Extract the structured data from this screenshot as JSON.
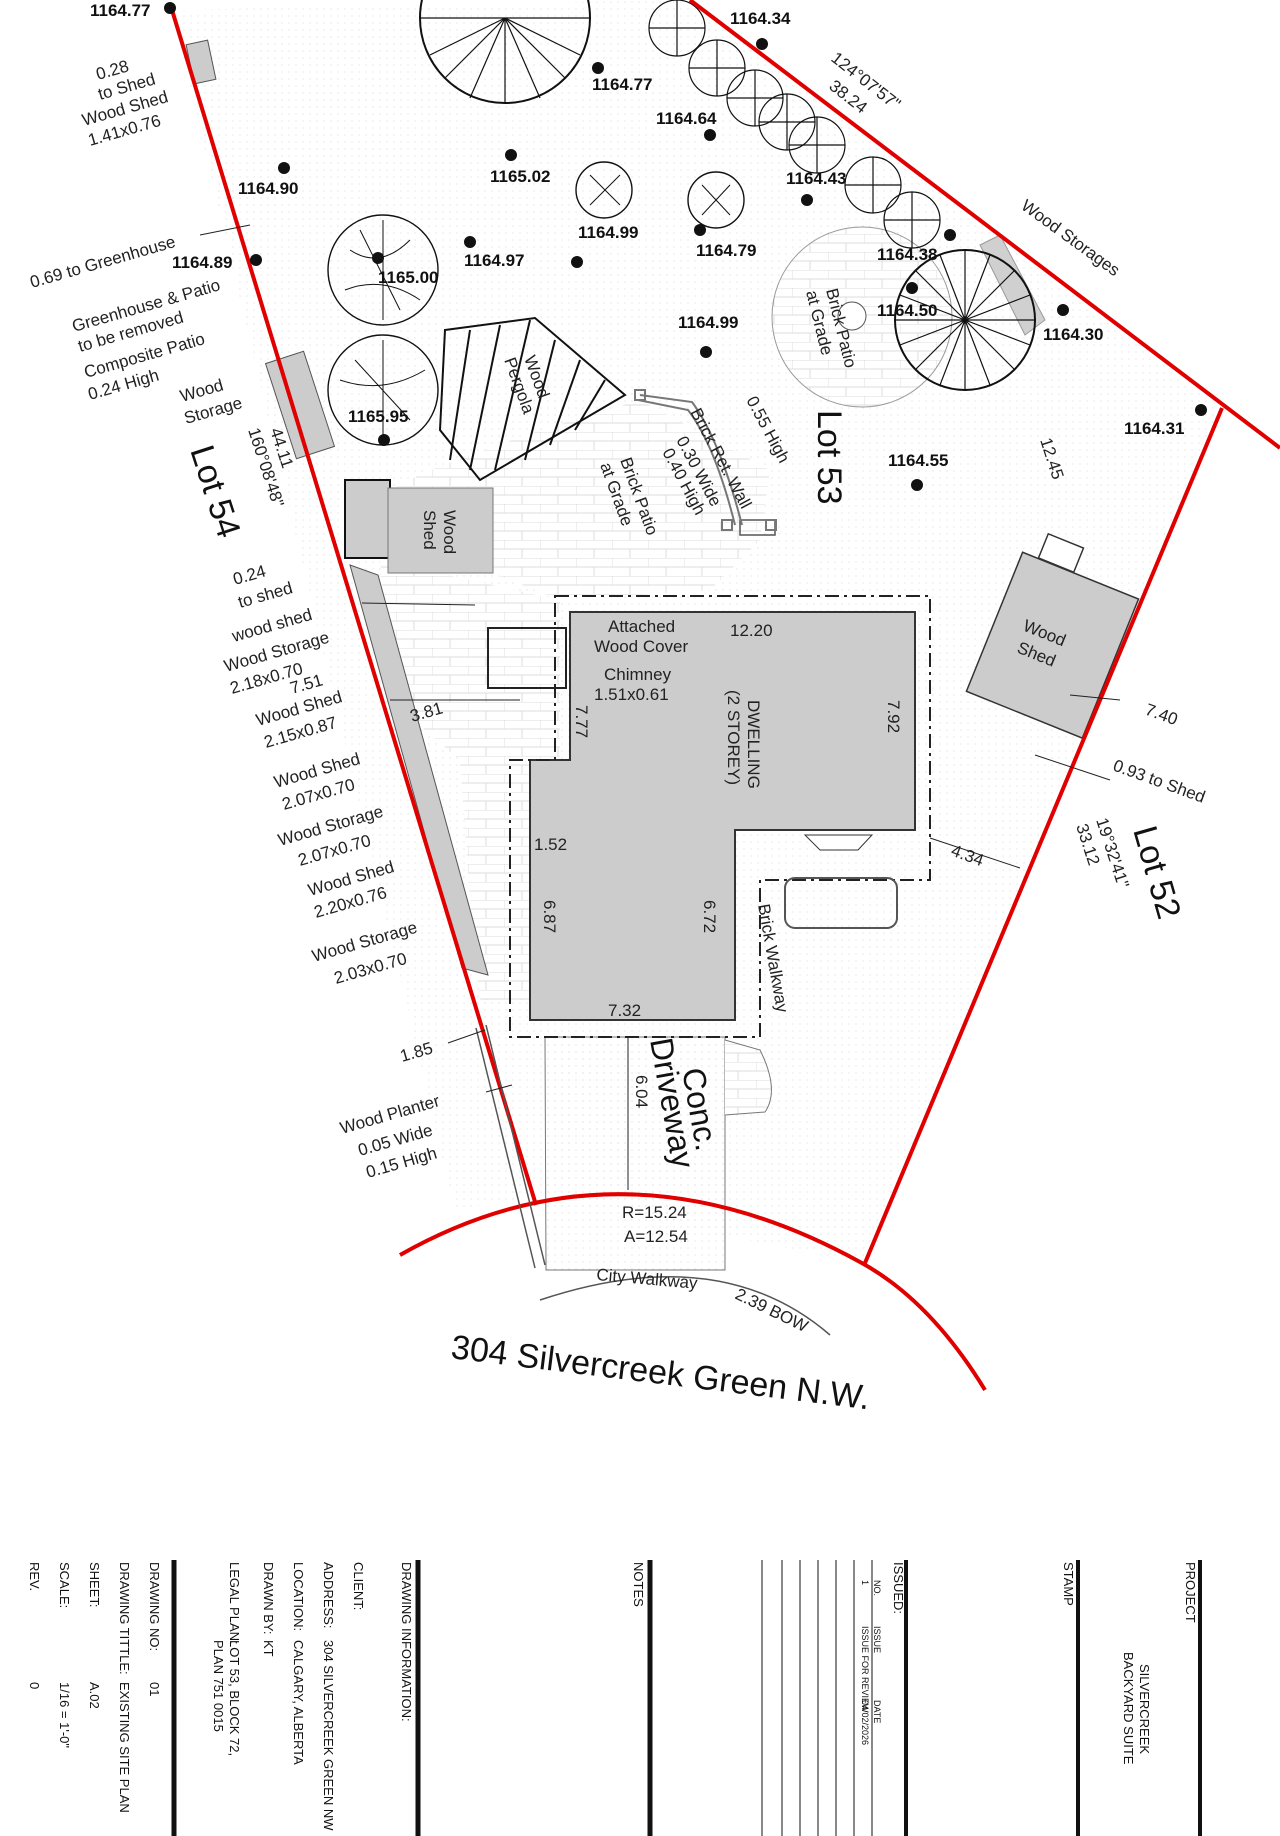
{
  "drawing": {
    "street": "304 Silvercreek Green N.W.",
    "lots": {
      "lot_54": "Lot 54",
      "lot_53": "Lot 53",
      "lot_52": "Lot 52"
    },
    "elevations": [
      "1164.77",
      "1164.34",
      "1164.77",
      "1164.64",
      "1164.90",
      "1165.02",
      "1164.43",
      "1164.99",
      "1164.89",
      "1165.00",
      "1164.97",
      "1164.79",
      "1164.38",
      "1164.50",
      "1164.30",
      "1164.99",
      "1165.95",
      "1164.31",
      "1164.55"
    ],
    "labels": {
      "shed_028": "0.28",
      "shed_028_b": "to Shed",
      "wood_shed_top": "Wood Shed",
      "wood_shed_top_dim": "1.41x0.76",
      "greenhouse_dist": "0.69 to Greenhouse",
      "greenhouse_1": "Greenhouse & Patio",
      "greenhouse_2": "to be removed",
      "composite_1": "Composite Patio",
      "composite_2": "0.24 High",
      "wood_storage_1": "Wood",
      "wood_storage_2": "Storage",
      "bearing_lot54_1": "44.11",
      "bearing_lot54_2": "160°08'48\"",
      "wood_shed_mid_1": "Wood",
      "wood_shed_mid_2": "Shed",
      "pergola_1": "Wood",
      "pergola_2": "Pergola",
      "brick_patio_1": "Brick Patio",
      "brick_patio_2": "at Grade",
      "brick_patio_top_1": "Brick Patio",
      "brick_patio_top_2": "at Grade",
      "ret_wall_1": "Brick Ret. Wall",
      "ret_wall_2": "0.30 Wide",
      "ret_wall_3": "0.40 High",
      "ret_wall_4": "0.55 High",
      "bearing_top_1": "124°07'57\"",
      "bearing_top_2": "38.24",
      "wood_storages": "Wood Storages",
      "dim_1245": "12.45",
      "shed_024_1": "0.24",
      "shed_024_2": "to shed",
      "wood_shed_l": "wood shed",
      "ws_218_1": "Wood Storage",
      "ws_218_2": "2.18x0.70",
      "dim_751": "7.51",
      "wsh_215_1": "Wood Shed",
      "wsh_215_2": "2.15x0.87",
      "dim_381": "3.81",
      "wsh_207_1": "Wood Shed",
      "wsh_207_2": "2.07x0.70",
      "ws_207_1": "Wood Storage",
      "ws_207_2": "2.07x0.70",
      "wsh_220_1": "Wood Shed",
      "wsh_220_2": "2.20x0.76",
      "ws_203_1": "Wood Storage",
      "ws_203_2": "2.03x0.70",
      "attached_1": "Attached",
      "attached_2": "Wood Cover",
      "chimney_1": "Chimney",
      "chimney_2": "1.51x0.61",
      "dwelling_1": "DWELLING",
      "dwelling_2": "(2 STOREY)",
      "d_1220": "12.20",
      "d_792": "7.92",
      "d_777": "7.77",
      "d_152": "1.52",
      "d_687": "6.87",
      "d_672": "6.72",
      "d_732": "7.32",
      "d_434": "4.34",
      "wood_shed_r_1": "Wood",
      "wood_shed_r_2": "Shed",
      "d_740": "7.40",
      "shed_093": "0.93 to Shed",
      "bearing_r_1": "19°32'41\"",
      "bearing_r_2": "33.12",
      "brick_walkway": "Brick Walkway",
      "driveway_1": "Conc.",
      "driveway_2": "Driveway",
      "d_604": "6.04",
      "d_185": "1.85",
      "planter_1": "Wood Planter",
      "planter_2": "0.05 Wide",
      "planter_3": "0.15 High",
      "radius": "R=15.24",
      "arc": "A=12.54",
      "city_walkway": "City Walkway",
      "bow": "2.39 BOW"
    }
  },
  "title_block": {
    "rev_label": "REV.",
    "rev_value": "0",
    "scale_label": "SCALE:",
    "scale_value": "1/16 = 1'-0\"",
    "sheet_label": "SHEET:",
    "sheet_value": "A.02",
    "title_label": "DRAWING TITTLE:",
    "title_value": "EXISTING SITE PLAN",
    "no_label": "DRAWING NO:",
    "no_value": "01",
    "legal_label": "LEGAL PLAN:",
    "legal_value_1": "LOT 53, BLOCK 72,",
    "legal_value_2": "PLAN 751 0015",
    "drawn_label": "DRAWN BY:",
    "drawn_value": "KT",
    "location_label": "LOCATION:",
    "location_value": "CALGARY, ALBERTA",
    "address_label": "ADDRESS:",
    "address_value": "304 SILVERCREEK GREEN NW",
    "client_label": "CLIENT:",
    "info_heading": "DRAWING INFORMATION:",
    "notes_heading": "NOTES",
    "issued_heading": "ISSUED:",
    "issued_cols": [
      "NO.",
      "ISSUE",
      "DATE"
    ],
    "issued_row": [
      "1",
      "ISSUE FOR REVIEW",
      "04/02/2026"
    ],
    "stamp_heading": "STAMP",
    "project_heading": "PROJECT",
    "project_1": "SILVERCREEK",
    "project_2": "BACKYARD SUITE"
  },
  "colors": {
    "property_line": "#e00000",
    "building": "#cccccc",
    "ink": "#111111"
  }
}
